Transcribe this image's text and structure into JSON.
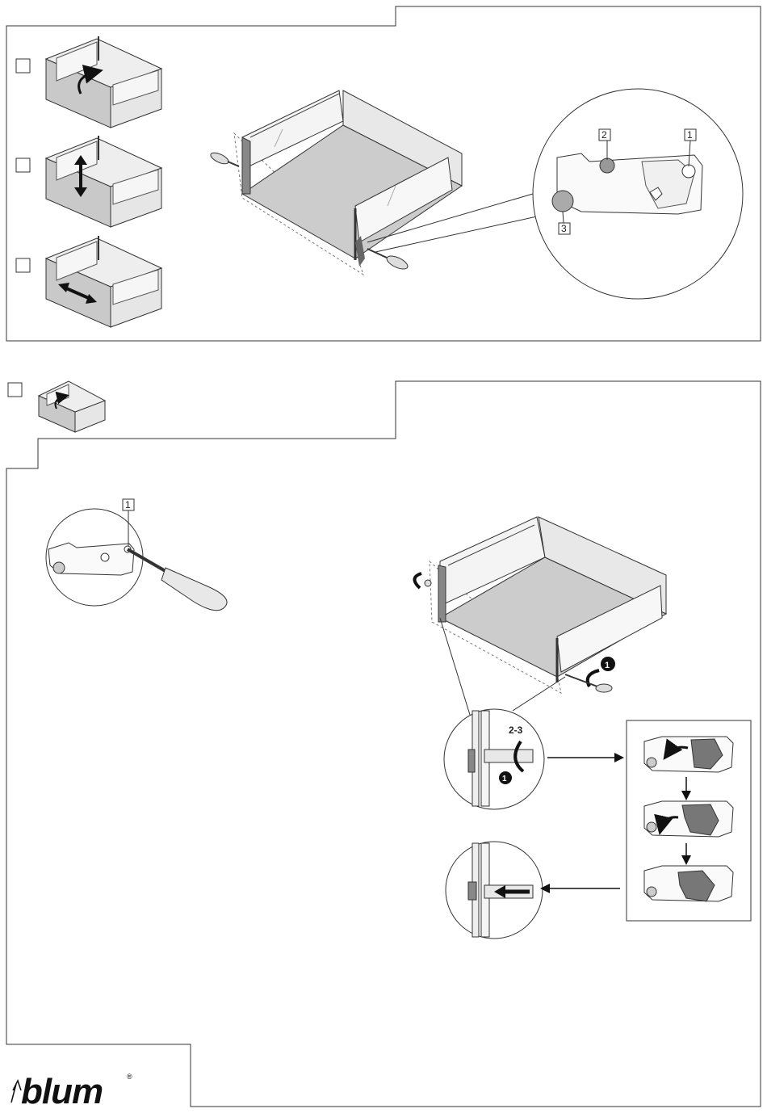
{
  "callouts": {
    "top_detail": [
      "1",
      "2",
      "3"
    ],
    "bottom_detail": "1",
    "step_circle_large": "1",
    "step_circle_small": "1",
    "rotation_range": "2-3"
  },
  "brand": {
    "name": "blum",
    "registered_mark": "®"
  },
  "colors": {
    "line": "#333333",
    "panel_gray": "#c9c9c9",
    "panel_light": "#e4e4e4",
    "glass": "#f4f4f4",
    "dark_part": "#6a6a6a"
  },
  "icons": [
    "rotate-arrow-icon",
    "vertical-double-arrow-icon",
    "horizontal-double-arrow-icon",
    "screwdriver-icon",
    "rotate-arrow-icon",
    "arrow-right-icon",
    "arrow-down-icon",
    "arrow-left-icon"
  ]
}
